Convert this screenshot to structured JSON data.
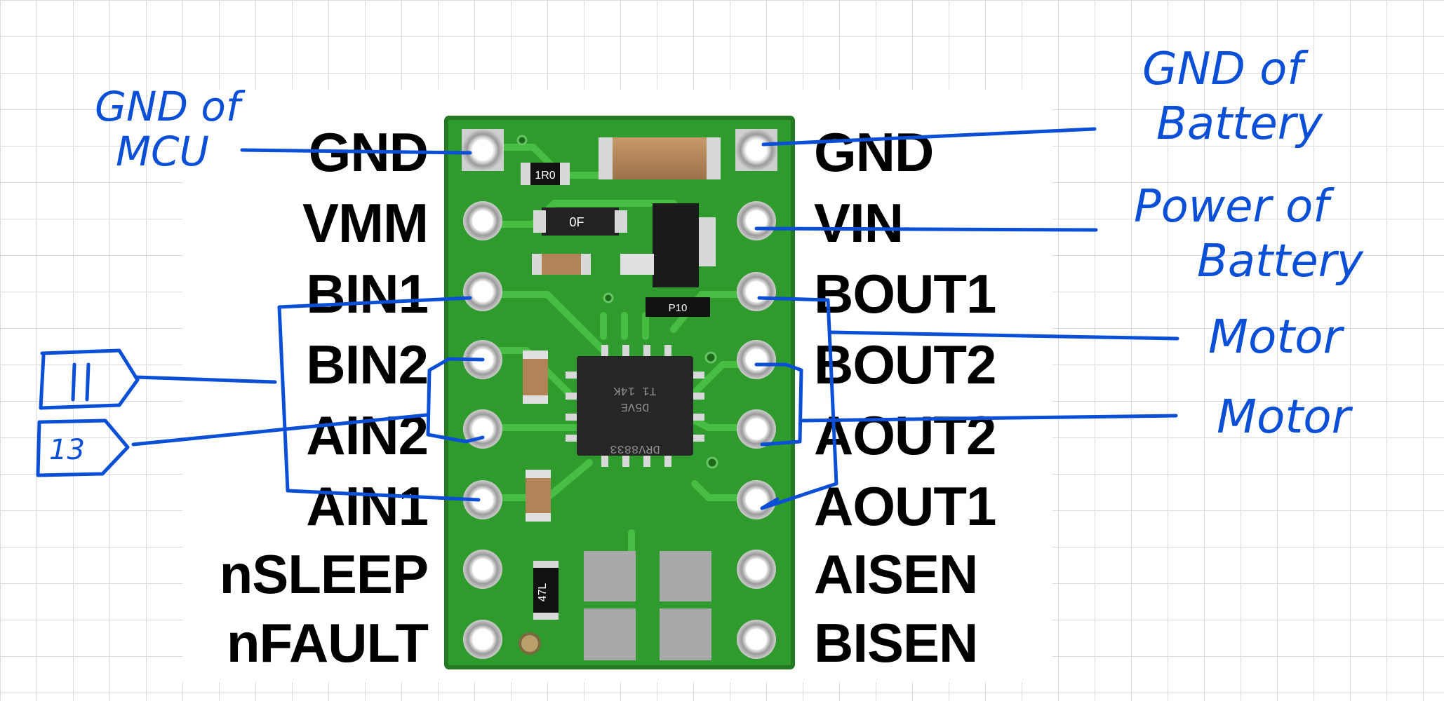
{
  "pins_left": [
    "GND",
    "VMM",
    "BIN1",
    "BIN2",
    "AIN2",
    "AIN1",
    "nSLEEP",
    "nFAULT"
  ],
  "pins_right": [
    "GND",
    "VIN",
    "BOUT1",
    "BOUT2",
    "AOUT2",
    "AOUT1",
    "AISEN",
    "BISEN"
  ],
  "annotations": {
    "gnd_mcu": [
      "GND of",
      "MCU"
    ],
    "gnd_battery": [
      "GND of",
      "Battery"
    ],
    "power_battery": [
      "Power of",
      "Battery"
    ],
    "motor_1": "Motor",
    "motor_2": "Motor",
    "pin_11": "11",
    "pin_13": "13"
  },
  "board": {
    "chip_text": [
      "T1 14K",
      "D5VE",
      "DRV8833"
    ],
    "resistor_text": "1R0",
    "diode_text": "0F",
    "small_text": "P10",
    "sense_text": "47L"
  },
  "colors": {
    "ink": "#0a4fd6",
    "board": "#2e9b2c",
    "board_dark": "#1f7a1f",
    "trace": "#43b83f"
  }
}
